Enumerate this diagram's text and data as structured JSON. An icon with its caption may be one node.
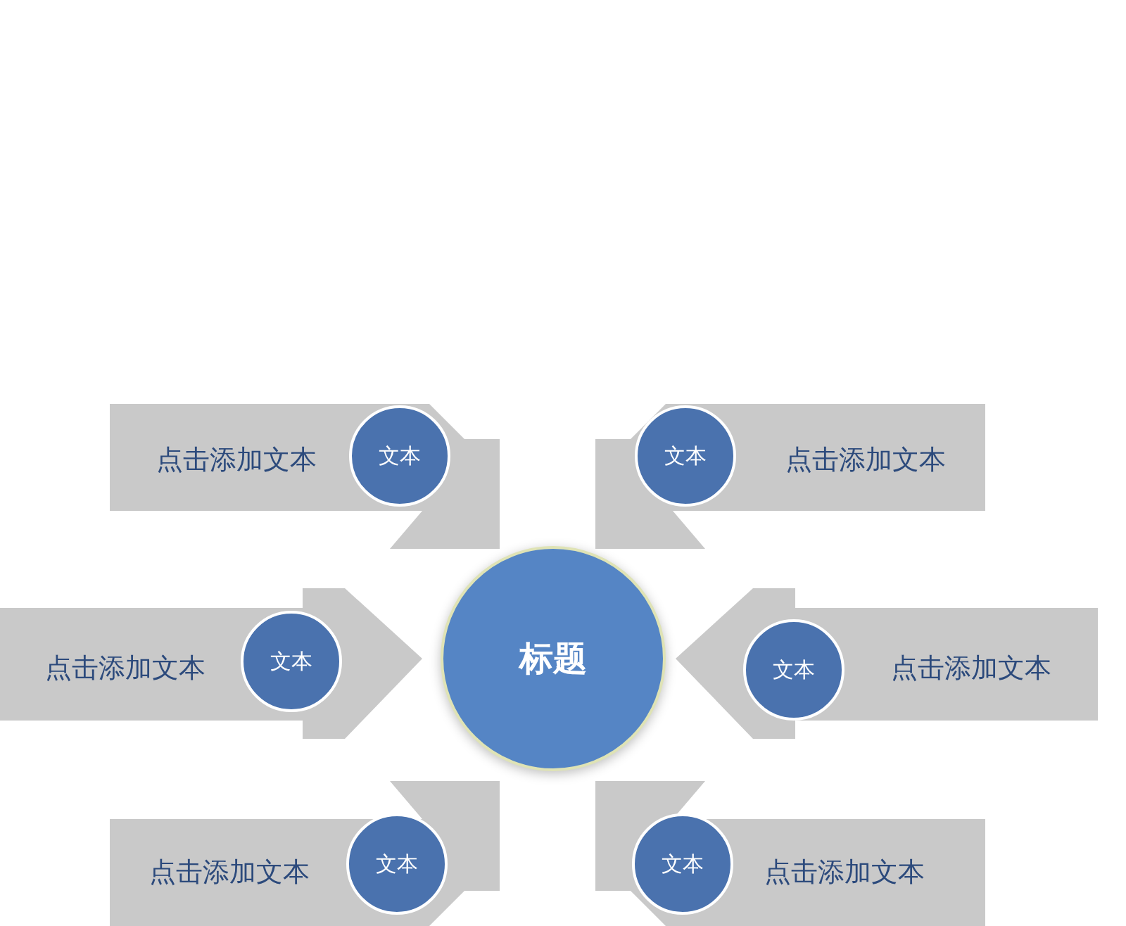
{
  "diagram": {
    "nodes": [
      {
        "text": [
          "标题"
        ]
      },
      {
        "text": [
          "点击添加文本"
        ]
      },
      {
        "text": [
          "文本"
        ],
        "in": 1
      },
      {
        "text": [
          "点击添加文本"
        ]
      },
      {
        "text": [
          "文本"
        ],
        "in": 3
      },
      {
        "text": [
          "点击添加文本"
        ]
      },
      {
        "text": [
          "文本"
        ],
        "in": 5
      },
      {
        "text": [
          "点击添加文本"
        ]
      },
      {
        "text": [
          "文本"
        ],
        "in": 7
      },
      {
        "text": [
          "点击添加文本"
        ]
      },
      {
        "text": [
          "文本"
        ],
        "in": 9
      },
      {
        "text": [
          "点击添加文本"
        ]
      },
      {
        "text": [
          "文本"
        ],
        "in": 11
      }
    ]
  }
}
